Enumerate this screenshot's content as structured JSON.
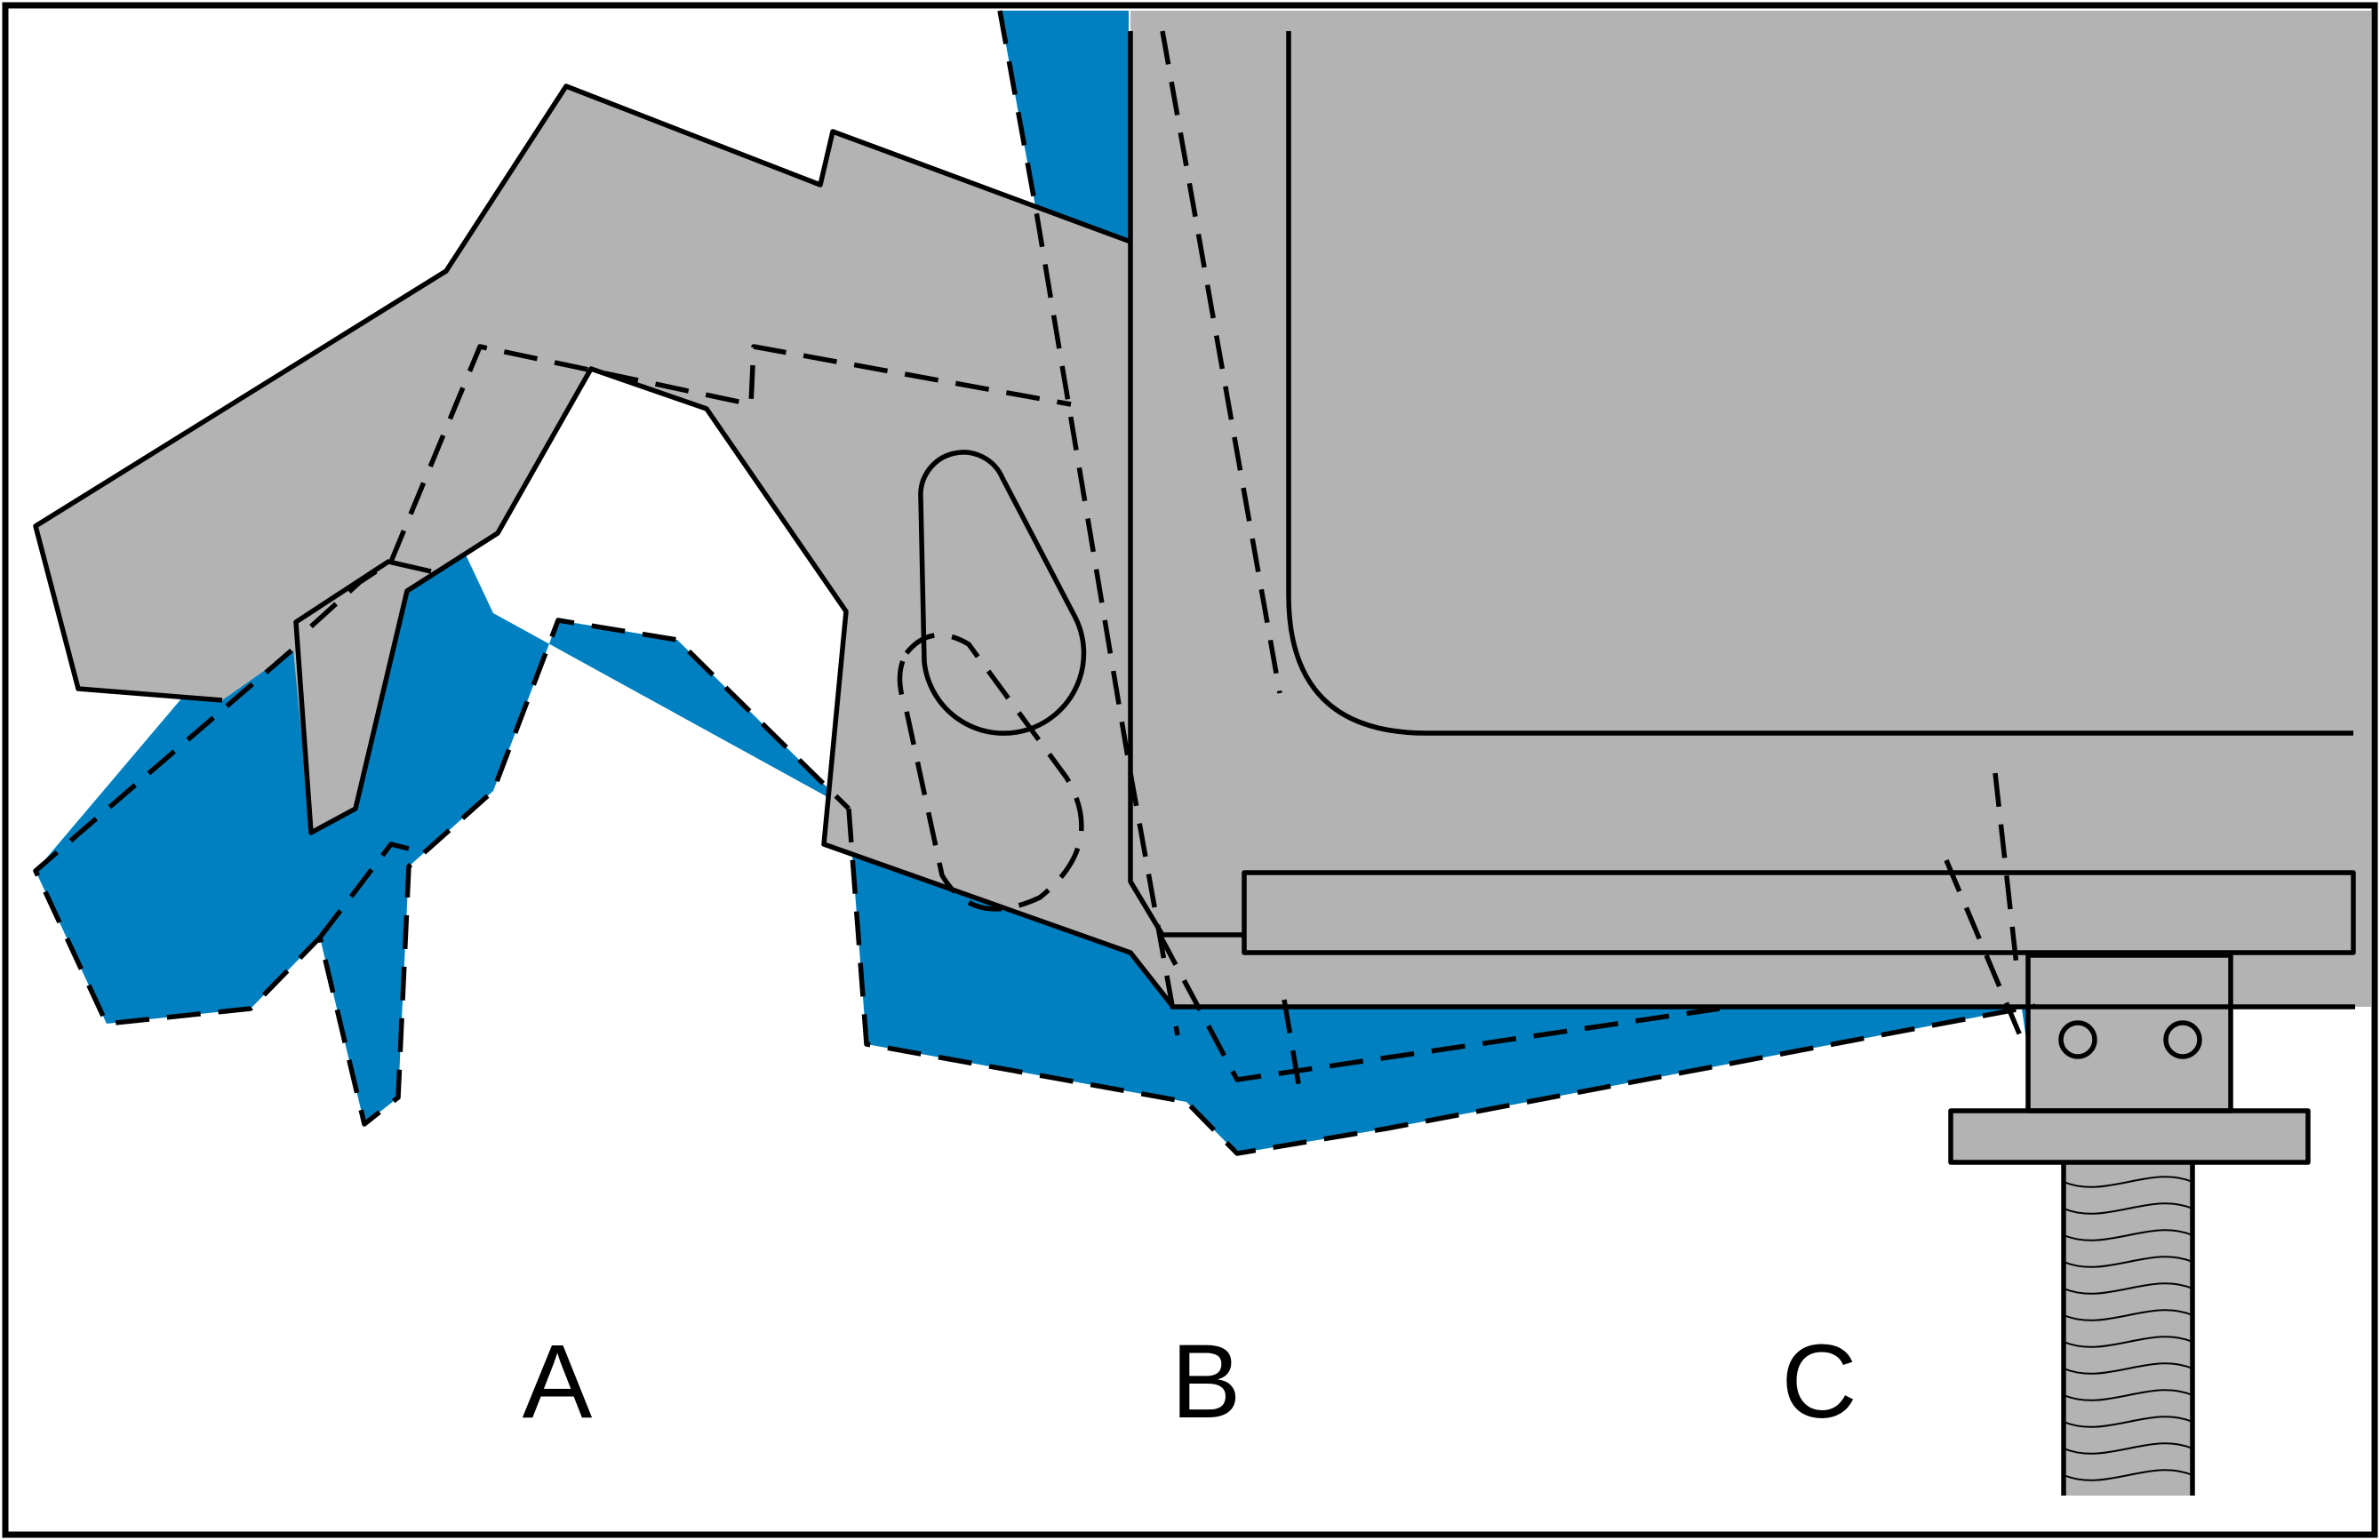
{
  "diagram": {
    "labels": {
      "a": "A",
      "b": "B",
      "c": "C"
    },
    "colors": {
      "blue": "#0080c0",
      "gray": "#b3b3b3",
      "line": "#000000",
      "background": "#ffffff"
    }
  }
}
